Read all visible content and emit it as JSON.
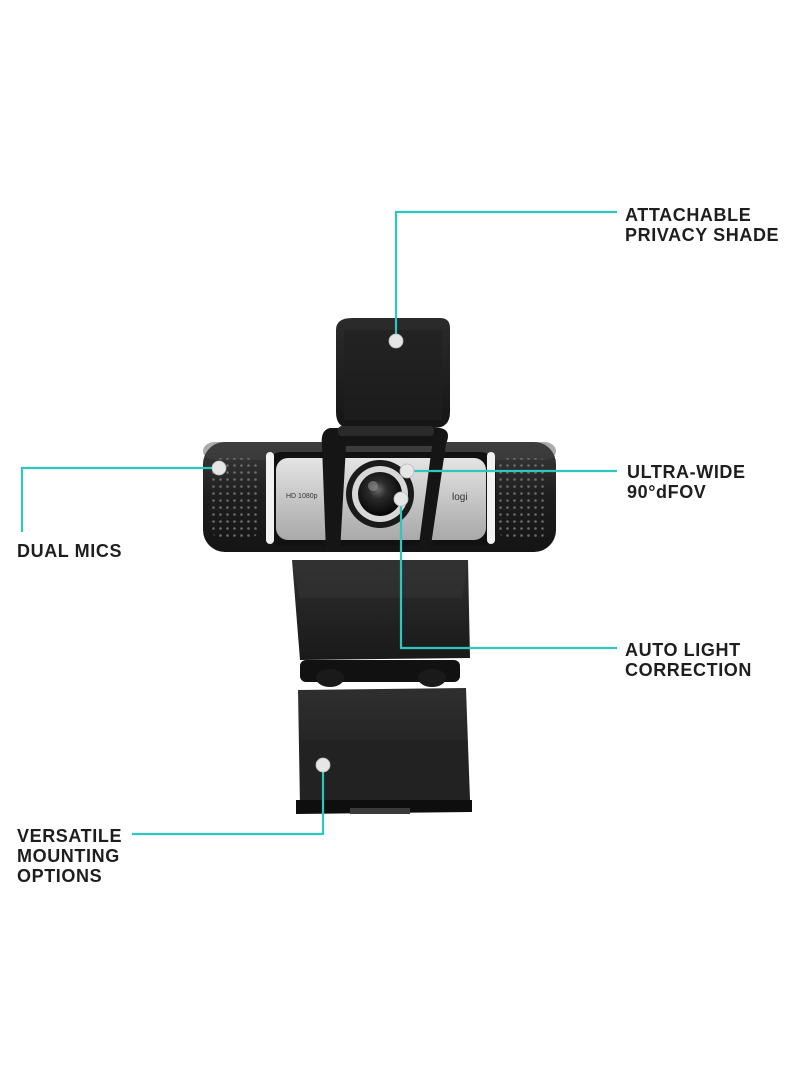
{
  "product": {
    "resolution_badge": "HD 1080p",
    "brand_badge": "logi"
  },
  "callouts": {
    "privacy_shade": {
      "lines": [
        "ATTACHABLE",
        "PRIVACY SHADE"
      ]
    },
    "ultra_wide": {
      "lines": [
        "ULTRA-WIDE",
        "90°dFOV"
      ]
    },
    "dual_mics": {
      "lines": [
        "DUAL MICS"
      ]
    },
    "auto_light": {
      "lines": [
        "AUTO LIGHT",
        "CORRECTION"
      ]
    },
    "mounting": {
      "lines": [
        "VERSATILE",
        "MOUNTING",
        "OPTIONS"
      ]
    }
  },
  "colors": {
    "background": "#ffffff",
    "callout_line": "#2fc6c0",
    "callout_dot": "#e6e6e6",
    "label_text": "#1e1e1e",
    "body_dark": "#1c1c1c",
    "faceplate_silver": "#c9c9c9",
    "led_white": "#f2f2f2"
  }
}
